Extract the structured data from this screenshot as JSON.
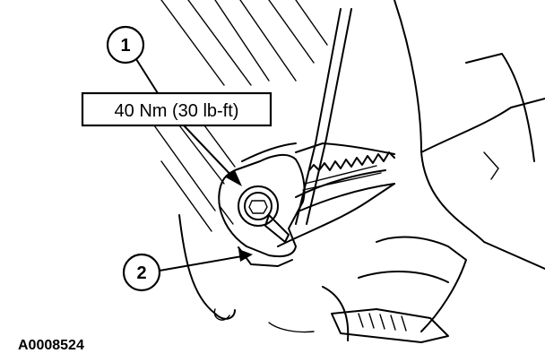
{
  "callouts": [
    {
      "number": "1"
    },
    {
      "number": "2"
    }
  ],
  "torque_spec": "40 Nm (30 lb-ft)",
  "figure_id": "A0008524"
}
